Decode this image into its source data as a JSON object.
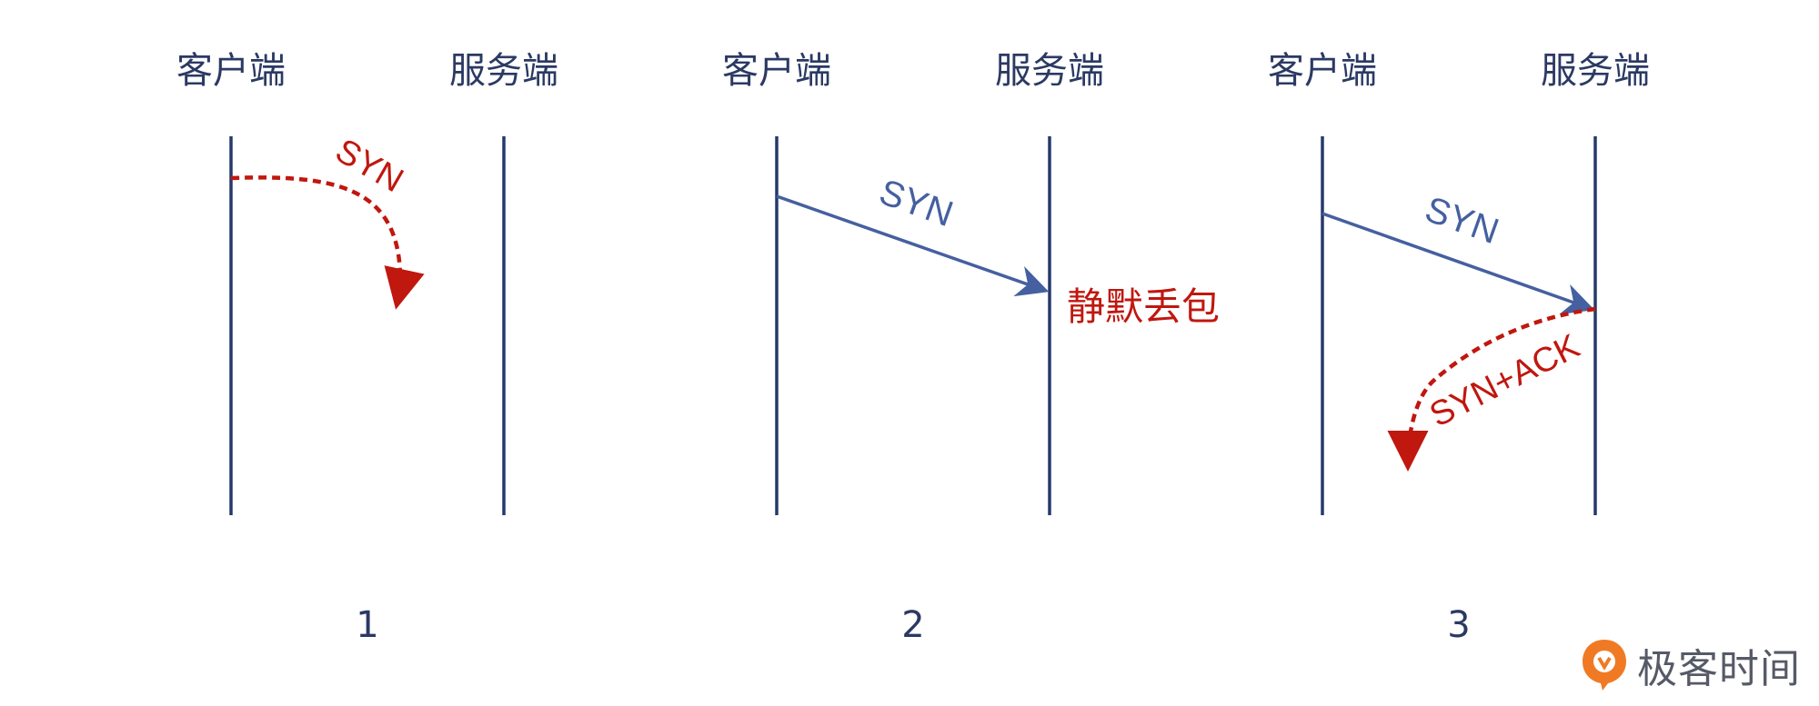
{
  "panels": [
    {
      "client_label": "客户端",
      "server_label": "服务端",
      "number": "1",
      "message": "SYN"
    },
    {
      "client_label": "客户端",
      "server_label": "服务端",
      "number": "2",
      "message": "SYN",
      "note": "静默丢包"
    },
    {
      "client_label": "客户端",
      "server_label": "服务端",
      "number": "3",
      "message": "SYN",
      "reply": "SYN+ACK"
    }
  ],
  "brand": {
    "name": "极客时间"
  },
  "colors": {
    "line": "#253a6b",
    "arrow_blue": "#4560a0",
    "arrow_red": "#c0170f",
    "brand_orange": "#f07a23"
  }
}
